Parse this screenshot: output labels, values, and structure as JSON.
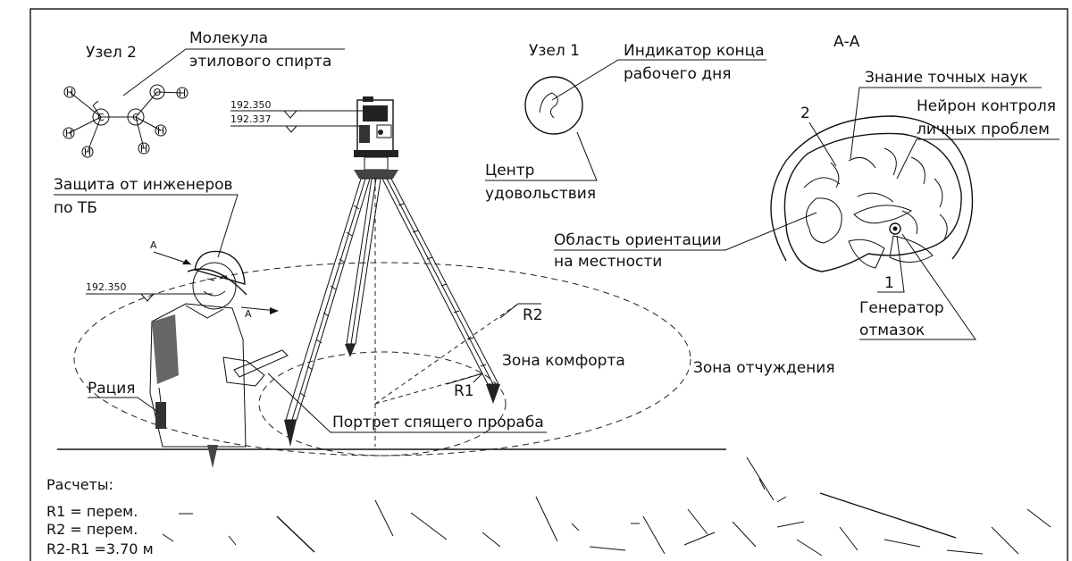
{
  "labels": {
    "node2": "Узел 2",
    "molecule_line1": "Молекула",
    "molecule_line2": "этилового спирта",
    "node1": "Узел 1",
    "indicator_line1": "Индикатор конца",
    "indicator_line2": "рабочего дня",
    "section": "А-А",
    "exact_sciences": "Знание точных наук",
    "neuron_line1": "Нейрон контроля",
    "neuron_line2": "личных проблем",
    "center_line1": "Центр",
    "center_line2": "удовольствия",
    "protection_line1": "Защита от инженеров",
    "protection_line2": "по ТБ",
    "orientation_line1": "Область ориентации",
    "orientation_line2": "на местности",
    "generator_line1": "Генератор",
    "generator_line2": "отмазок",
    "num_1": "1",
    "num_2": "2",
    "comfort_zone": "Зона комфорта",
    "alienation_zone": "Зона отчуждения",
    "radio": "Рация",
    "portrait": "Портрет спящего прораба",
    "r1": "R1",
    "r2": "R2",
    "mark_a": "A"
  },
  "molecule_atoms": {
    "hydrogen": "H",
    "carbon": "C",
    "oxygen": "O"
  },
  "elevations": {
    "instrument_top": "192.350",
    "instrument_bottom": "192.337",
    "helmet": "192.350"
  },
  "calculations": {
    "title": "Расчеты:",
    "line1": "R1 = перем.",
    "line2": "R2 = перем.",
    "line3": "R2-R1 =3.70  м"
  }
}
